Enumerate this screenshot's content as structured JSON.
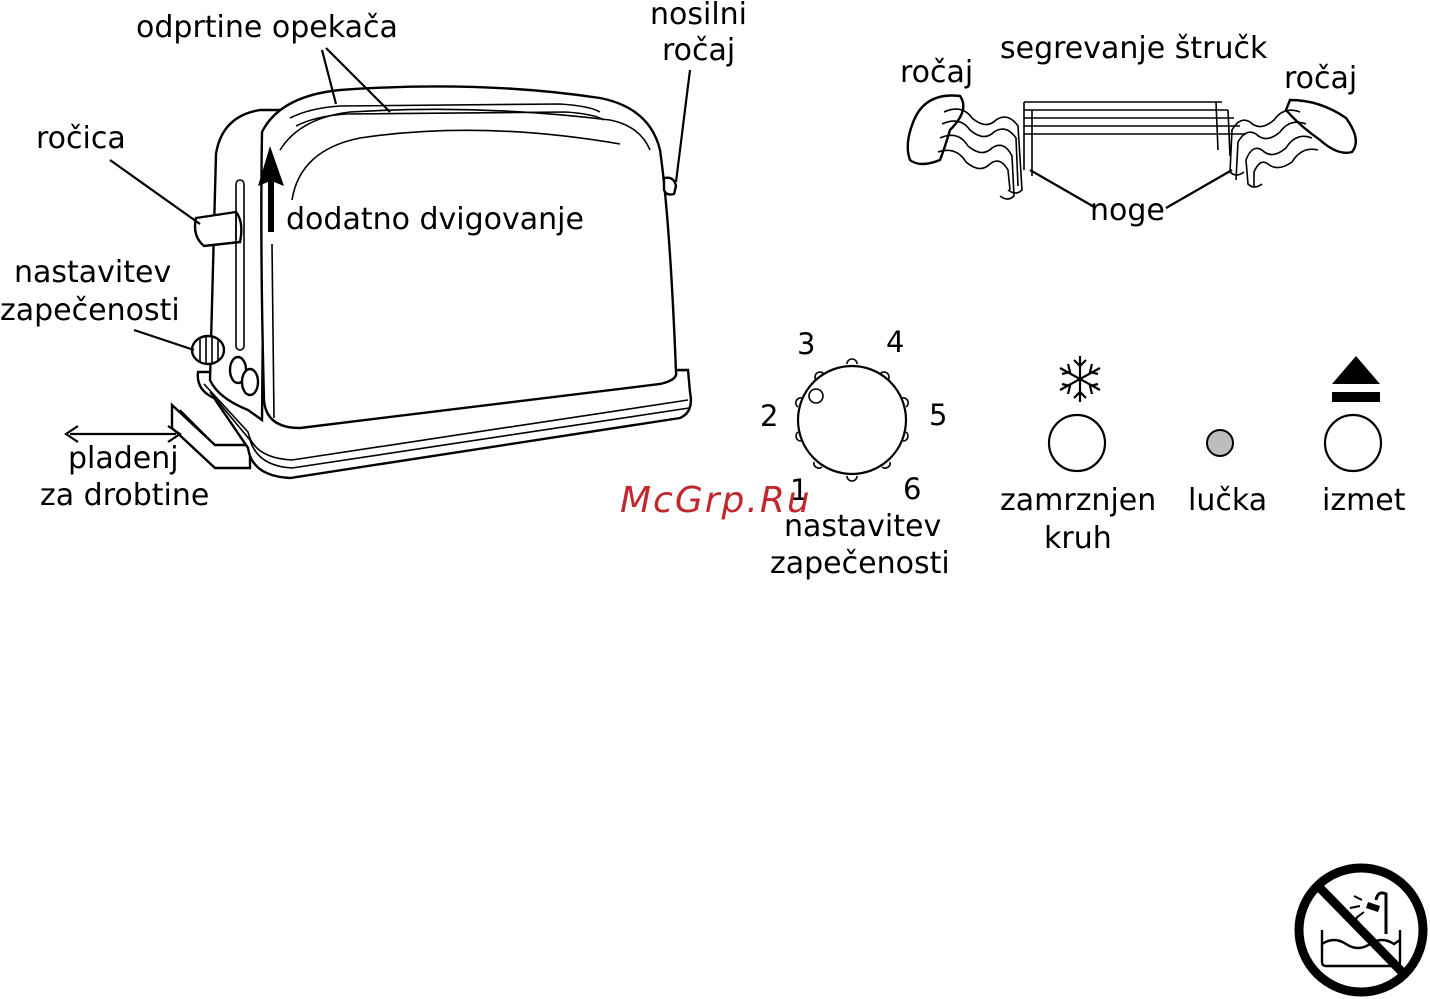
{
  "labels": {
    "toaster_slots": "odprtine opekača",
    "carry_handle_line1": "nosilni",
    "carry_handle_line2": "ročaj",
    "lever": "ročica",
    "extra_lift": "dodatno dvigovanje",
    "browning_line1": "nastavitev",
    "browning_line2": "zapečenosti",
    "crumb_tray_line1": "pladenj",
    "crumb_tray_line2": "za drobtine",
    "bun_warmer": "segrevanje štručk",
    "handle_left": "ročaj",
    "handle_right": "ročaj",
    "legs": "noge"
  },
  "dial": {
    "numbers": [
      "1",
      "2",
      "3",
      "4",
      "5",
      "6"
    ],
    "caption_line1": "nastavitev",
    "caption_line2": "zapečenosti"
  },
  "buttons": {
    "frozen_line1": "zamrznjen",
    "frozen_line2": "kruh",
    "light": "lučka",
    "eject": "izmet"
  },
  "watermark": "McGrp.Ru",
  "colors": {
    "line": "#000000",
    "indicator_light": "#bdbdbd",
    "watermark": "#c0282e"
  }
}
